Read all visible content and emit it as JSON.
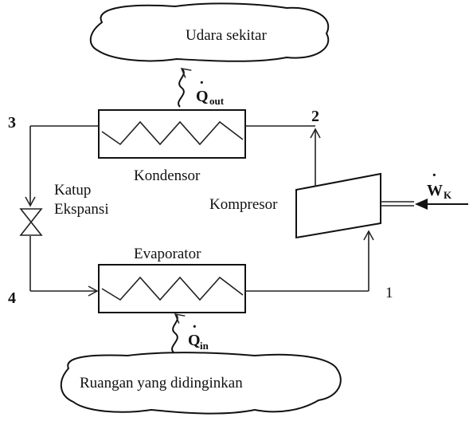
{
  "diagram": {
    "ambient_air": "Udara sekitar",
    "cooled_room": "Ruangan yang didinginkan",
    "condenser": "Kondensor",
    "evaporator": "Evaporator",
    "compressor": "Kompresor",
    "valve_line1": "Katup",
    "valve_line2": "Ekspansi",
    "q_out_symbol": "Q",
    "q_out_sub": "out",
    "q_in_symbol": "Q",
    "q_in_sub": "in",
    "w_symbol": "W",
    "w_sub": "K",
    "state_1": "1",
    "state_2": "2",
    "state_3": "3",
    "state_4": "4"
  }
}
